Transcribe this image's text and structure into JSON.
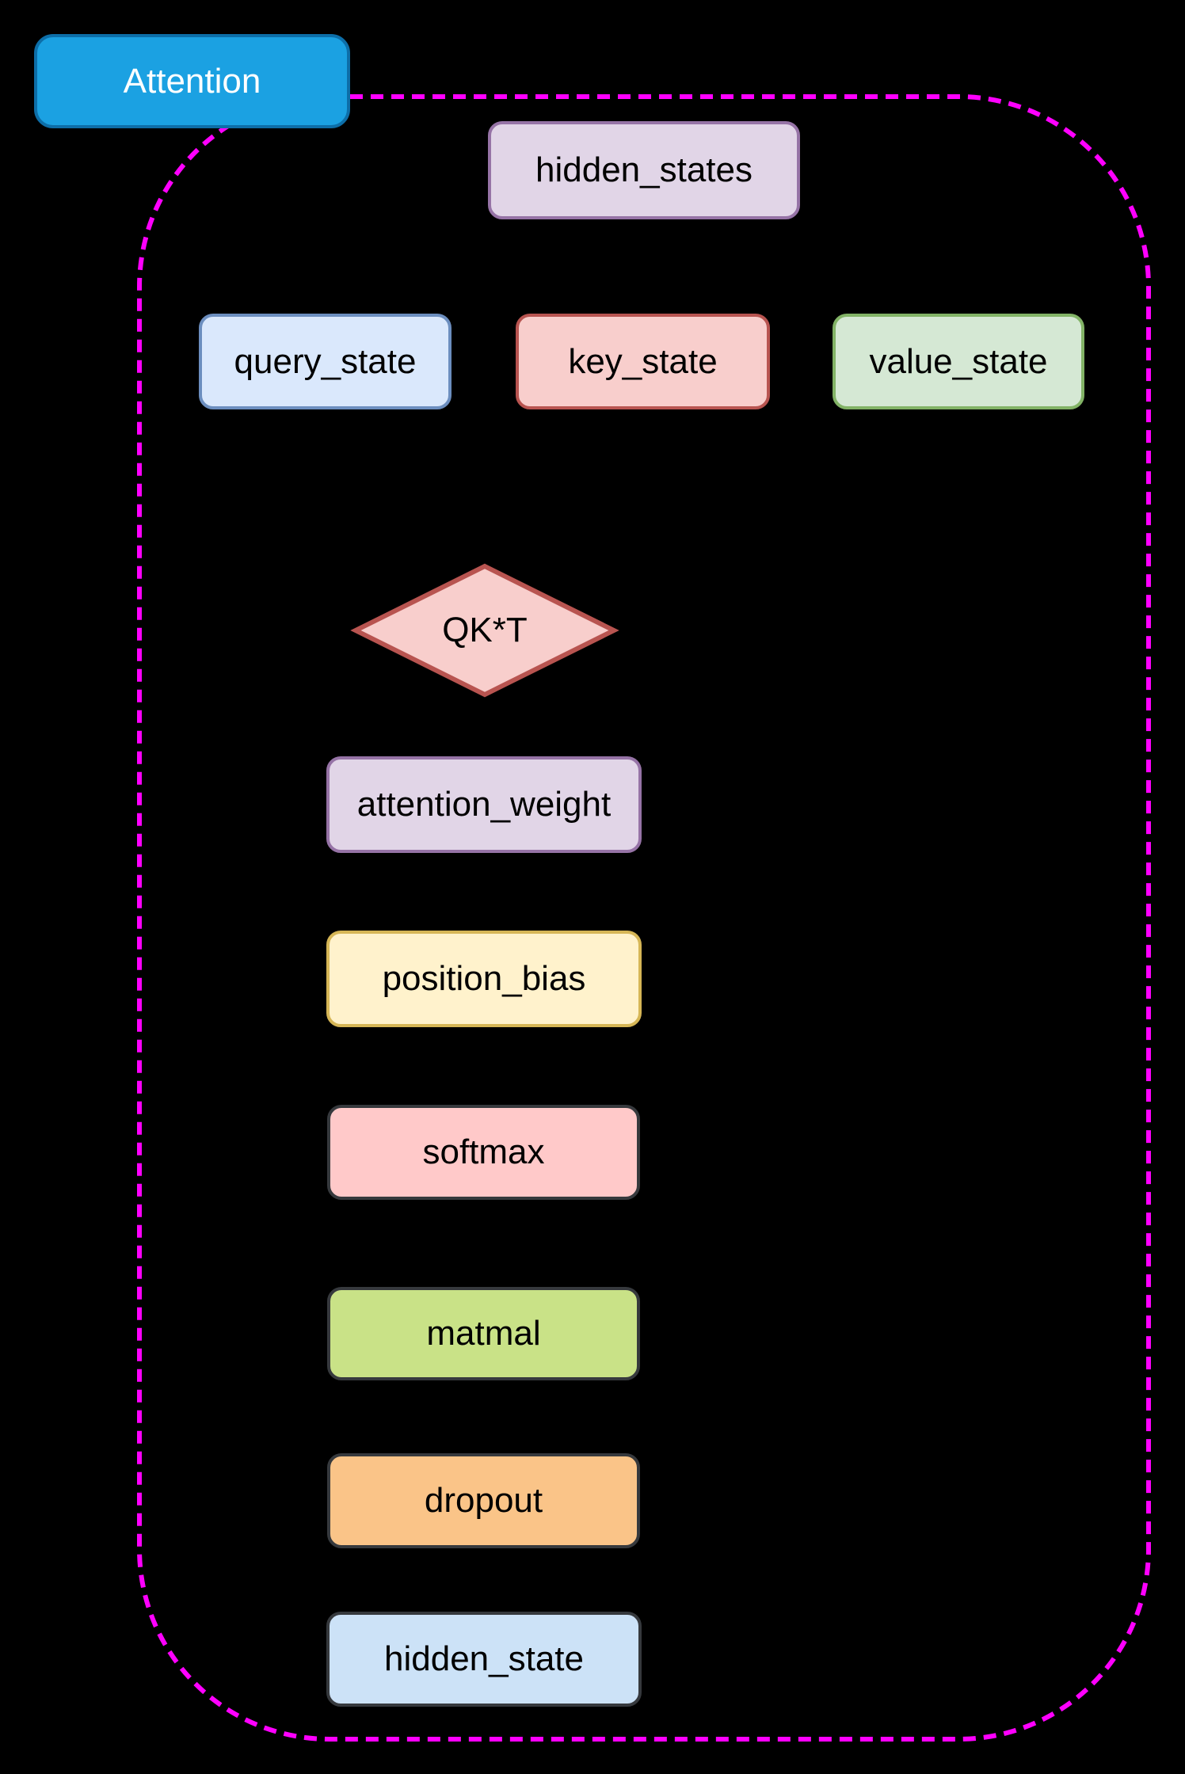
{
  "diagram": {
    "title": {
      "label": "Attention",
      "fill": "#1BA1E2",
      "border_color": "#0D6EA8",
      "text_color": "#FFFFFF"
    },
    "container": {
      "border_color": "#FF00FF",
      "border_style": "dashed",
      "background": "#000000"
    },
    "nodes": {
      "hidden_states": {
        "label": "hidden_states",
        "shape": "rounded-rect",
        "fill": "#E1D5E7",
        "border": "#9673A6"
      },
      "query_state": {
        "label": "query_state",
        "shape": "rounded-rect",
        "fill": "#DAE8FC",
        "border": "#6C8EBF"
      },
      "key_state": {
        "label": "key_state",
        "shape": "rounded-rect",
        "fill": "#F8CECC",
        "border": "#B85450"
      },
      "value_state": {
        "label": "value_state",
        "shape": "rounded-rect",
        "fill": "#D5E8D4",
        "border": "#82B366"
      },
      "qkt": {
        "label": "QK*T",
        "shape": "diamond",
        "fill": "#F8CECC",
        "border": "#B85450"
      },
      "attention_weight": {
        "label": "attention_weight",
        "shape": "rounded-rect",
        "fill": "#E1D5E7",
        "border": "#9673A6"
      },
      "position_bias": {
        "label": "position_bias",
        "shape": "rounded-rect",
        "fill": "#FFF2CC",
        "border": "#D6B656"
      },
      "softmax": {
        "label": "softmax",
        "shape": "rounded-rect",
        "fill": "#FFC9C9",
        "border": "#36393D"
      },
      "matmal": {
        "label": "matmal",
        "shape": "rounded-rect",
        "fill": "#C9E287",
        "border": "#36393D"
      },
      "dropout": {
        "label": "dropout",
        "shape": "rounded-rect",
        "fill": "#FAC488",
        "border": "#36393D"
      },
      "hidden_state": {
        "label": "hidden_state",
        "shape": "rounded-rect",
        "fill": "#CCE2F7",
        "border": "#36393D"
      }
    }
  }
}
